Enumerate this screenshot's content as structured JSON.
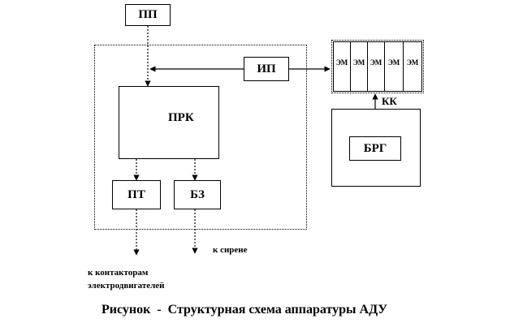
{
  "blocks": {
    "pp": "ПП",
    "ip": "ИП",
    "prk": "ПРК",
    "pt": "ПТ",
    "bz": "БЗ",
    "brg": "БРГ"
  },
  "em_cells": [
    "ЭМ",
    "ЭМ",
    "ЭМ",
    "ЭМ",
    "ЭМ"
  ],
  "labels": {
    "kk": "КК",
    "siren": "к сирене",
    "contactors_line1": "к контакторам",
    "contactors_line2": "электродвигателей"
  },
  "caption": "Рисунок  -  Структурная схема аппаратуры АДУ"
}
